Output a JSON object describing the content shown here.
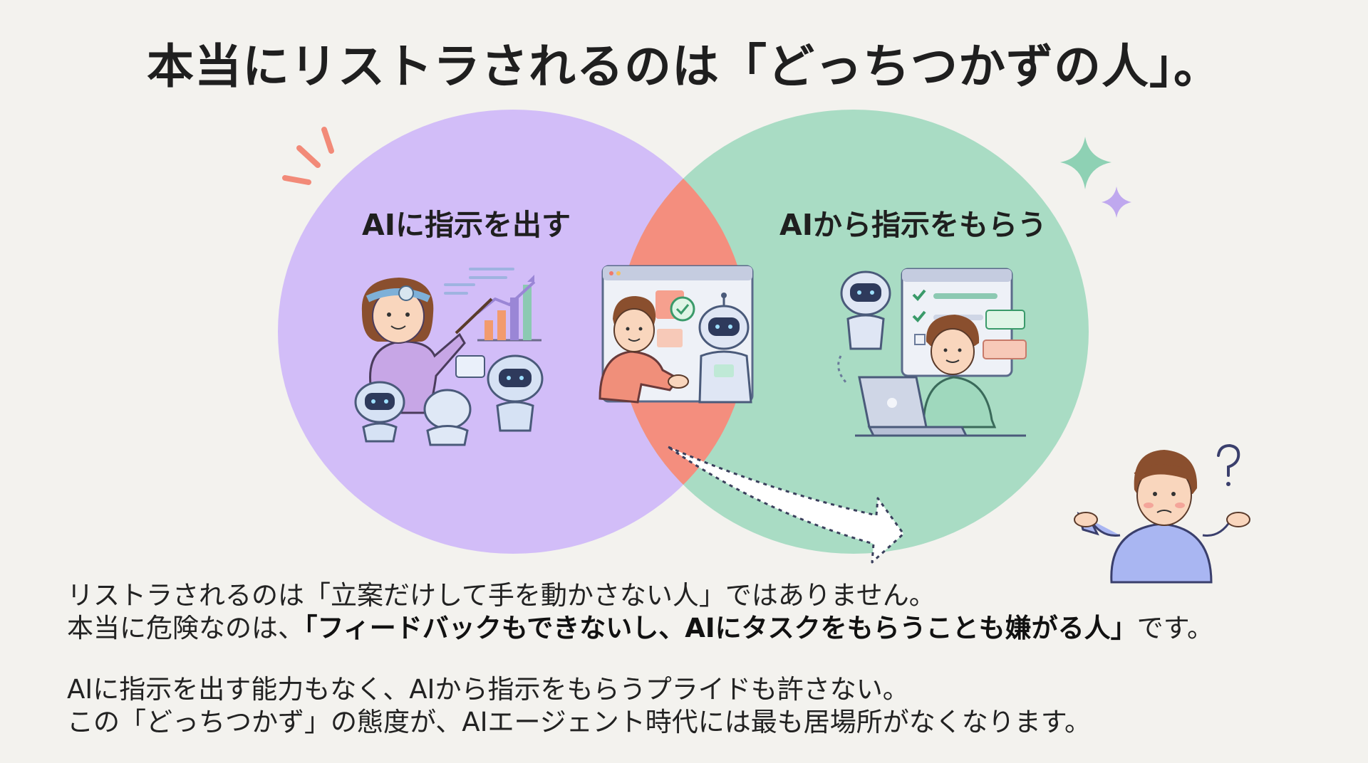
{
  "title": "本当にリストラされるのは「どっちつかずの人」。",
  "diagram": {
    "left_label": "AIに指示を出す",
    "right_label": "AIから指示をもらう",
    "colors": {
      "left_circle": "#d2bdf8",
      "right_circle": "#a9dcc4",
      "overlap": "#f48e7e",
      "background": "#f3f2ee"
    },
    "icons": [
      "woman-teacher-with-robots-illustration",
      "handshake-human-robot-illustration",
      "man-laptop-robot-checklist-illustration",
      "confused-person-illustration",
      "sparkle-icon",
      "burst-lines-icon",
      "dotted-arrow-icon"
    ]
  },
  "body": {
    "p1_line1": "リストラされるのは「立案だけして手を動かさない人」ではありません。",
    "p1_line2_pre": "本当に危険なのは、",
    "p1_line2_bold": "「フィードバックもできないし、AIにタスクをもらうことも嫌がる人」",
    "p1_line2_post": "です。",
    "p2_line1": "AIに指示を出す能力もなく、AIから指示をもらうプライドも許さない。",
    "p2_line2": "この「どっちつかず」の態度が、AIエージェント時代には最も居場所がなくなります。"
  }
}
